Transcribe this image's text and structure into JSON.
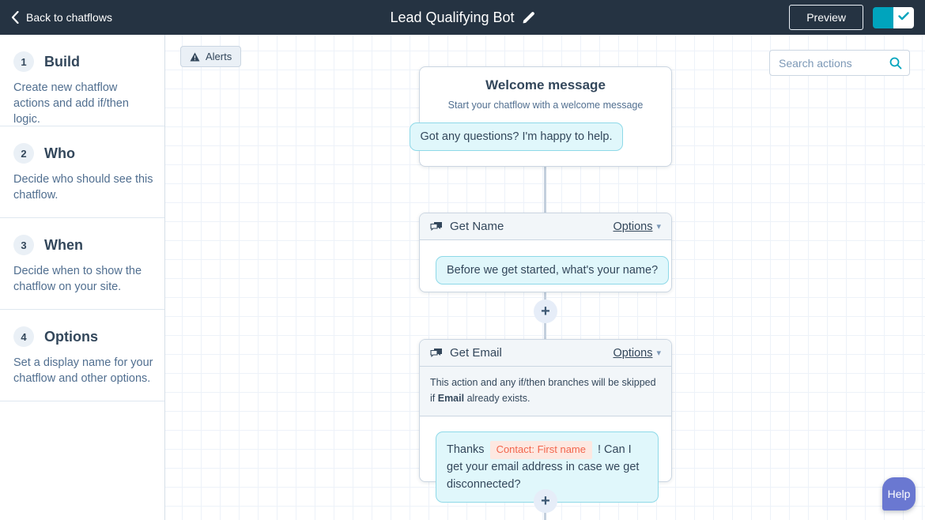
{
  "header": {
    "back_label": "Back to chatflows",
    "title": "Lead Qualifying Bot",
    "preview_label": "Preview",
    "toggle_state": "on"
  },
  "sidebar": {
    "steps": [
      {
        "number": "1",
        "title": "Build",
        "description": "Create new chatflow actions and add if/then logic."
      },
      {
        "number": "2",
        "title": "Who",
        "description": "Decide who should see this chatflow."
      },
      {
        "number": "3",
        "title": "When",
        "description": "Decide when to show the chatflow on your site."
      },
      {
        "number": "4",
        "title": "Options",
        "description": "Set a display name for your chatflow and other options."
      }
    ]
  },
  "canvas": {
    "alerts_label": "Alerts",
    "search_placeholder": "Search actions",
    "welcome_card": {
      "title": "Welcome message",
      "subtitle": "Start your chatflow with a welcome message",
      "bubble_text": "Got any questions? I'm happy to help."
    },
    "get_name_card": {
      "title": "Get Name",
      "options_label": "Options",
      "bubble_text": "Before we get started, what's your name?"
    },
    "get_email_card": {
      "title": "Get Email",
      "options_label": "Options",
      "note_prefix": "This action and any if/then branches will be skipped if ",
      "note_bold": "Email",
      "note_suffix": " already exists.",
      "bubble_prefix": "Thanks",
      "bubble_token": "Contact: First name",
      "bubble_suffix": "! Can I get your email address in case we get disconnected?"
    }
  },
  "help": {
    "label": "Help"
  },
  "icons": {
    "plus": "+",
    "caret_down": "▾"
  },
  "colors": {
    "topbar_bg": "#253342",
    "accent_teal": "#00a4bd",
    "navy_text": "#33475b",
    "muted_text": "#516f90",
    "border": "#cbd6e2",
    "bubble_bg": "#e0f7fb",
    "bubble_border": "#8ed9e8",
    "token_bg": "#fde8e1",
    "token_text": "#f2654c",
    "help_purple": "#6a78d1"
  }
}
